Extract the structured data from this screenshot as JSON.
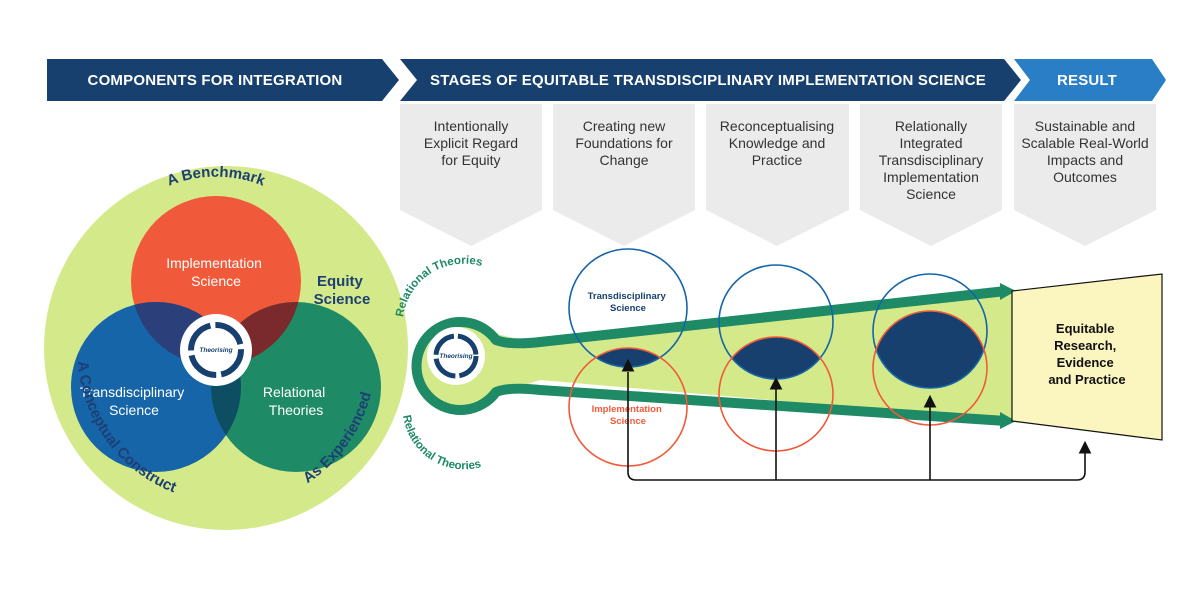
{
  "banner": {
    "components": "COMPONENTS FOR INTEGRATION",
    "stages": "STAGES OF EQUITABLE TRANSDISCIPLINARY IMPLEMENTATION SCIENCE",
    "result": "RESULT"
  },
  "stages": [
    {
      "lines": [
        "Intentionally",
        "Explicit Regard",
        "for Equity"
      ]
    },
    {
      "lines": [
        "Creating new",
        "Foundations for",
        "Change"
      ]
    },
    {
      "lines": [
        "Reconceptualising",
        "Knowledge and",
        "Practice"
      ]
    },
    {
      "lines": [
        "Relationally",
        "Integrated",
        "Transdisciplinary",
        "Implementation",
        "Science"
      ]
    },
    {
      "lines": [
        "Sustainable and",
        "Scalable Real-World",
        "Impacts and",
        "Outcomes"
      ]
    }
  ],
  "venn": {
    "implementation": [
      "Implementation",
      "Science"
    ],
    "transdisciplinary": [
      "Transdisciplinary",
      "Science"
    ],
    "relational": [
      "Relational",
      "Theories"
    ],
    "center": "Theorising"
  },
  "ring": {
    "benchmark": "A Benchmark",
    "equity": [
      "Equity",
      "Science"
    ],
    "conceptual": "A Conceptual Construct",
    "experienced": "As Experienced"
  },
  "funnel": {
    "relational_top": "Relational Theories",
    "relational_bottom": "Relational Theories",
    "theorising": "Theorising",
    "transdisciplinary": [
      "Transdisciplinary",
      "Science"
    ],
    "implementation": [
      "Implementation",
      "Science"
    ]
  },
  "result_box": [
    "Equitable",
    "Research,",
    "Evidence",
    "and Practice"
  ],
  "colors": {
    "navy": "#17406e",
    "blue": "#1565a8",
    "result_blue": "#2a7ec5",
    "lime": "#d4ea8a",
    "orange": "#f05a3a",
    "green": "#1e8a66",
    "teal": "#1f8a70",
    "pale_yellow": "#fbf5bf",
    "gray": "#ebebeb"
  }
}
